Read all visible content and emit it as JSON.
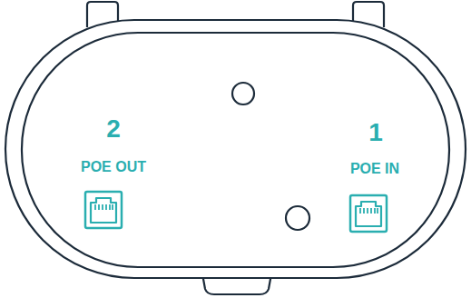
{
  "diagram": {
    "labels": [
      "2",
      "POE OUT",
      "1",
      "POE IN"
    ]
  }
}
